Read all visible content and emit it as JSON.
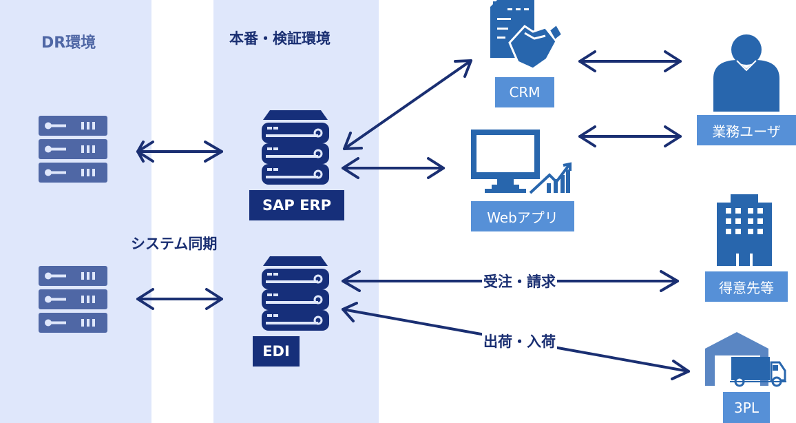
{
  "zones": {
    "dr": {
      "title": "DR環境"
    },
    "production": {
      "title": "本番・検証環境"
    }
  },
  "sync_label": "システム同期",
  "systems": {
    "sap": {
      "label": "SAP ERP",
      "icon": "server-stack-icon"
    },
    "edi": {
      "label": "EDI",
      "icon": "server-stack-icon"
    },
    "dr_server_1": {
      "icon": "rack-server-icon"
    },
    "dr_server_2": {
      "icon": "rack-server-icon"
    }
  },
  "endpoints": {
    "crm": {
      "label": "CRM",
      "icon": "document-handshake-icon"
    },
    "webapp": {
      "label": "Webアプリ",
      "icon": "monitor-chart-icon"
    },
    "users": {
      "label": "業務ユーザ",
      "icon": "person-icon"
    },
    "clients": {
      "label": "得意先等",
      "icon": "building-icon"
    },
    "tpl": {
      "label": "3PL",
      "icon": "warehouse-truck-icon"
    }
  },
  "flows": {
    "order_billing": "受注・請求",
    "shipping_receiving": "出荷・入荷"
  },
  "colors": {
    "panel_bg": "#dfe7fb",
    "navy": "#162f7a",
    "dr_blue": "#4f67a5",
    "icon_blue": "#2866ad",
    "label_blue": "#5690d7",
    "arrow": "#1a2f72"
  }
}
